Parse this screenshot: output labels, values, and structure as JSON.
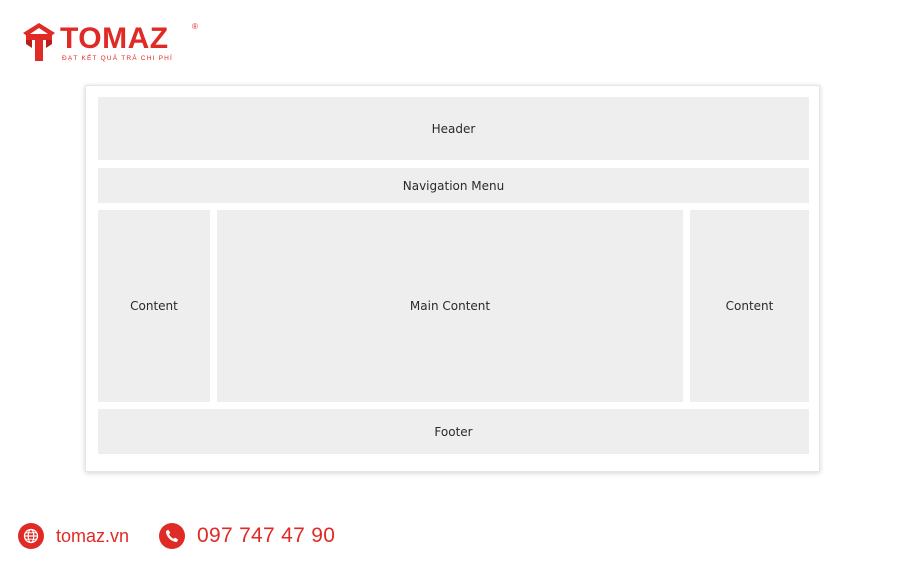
{
  "brand": {
    "name": "TOMAZ",
    "registered_mark": "®",
    "tagline": "ĐẠT KẾT QUẢ TRẢ CHI PHÍ",
    "color": "#e02a26",
    "logo_icon": "t-house-icon"
  },
  "layout": {
    "header": "Header",
    "navigation": "Navigation Menu",
    "left_column": "Content",
    "main_column": "Main Content",
    "right_column": "Content",
    "footer": "Footer",
    "block_color": "#eeeeee"
  },
  "contact": {
    "website": "tomaz.vn",
    "website_icon": "globe-icon",
    "phone": "097 747 47 90",
    "phone_icon": "phone-icon"
  }
}
